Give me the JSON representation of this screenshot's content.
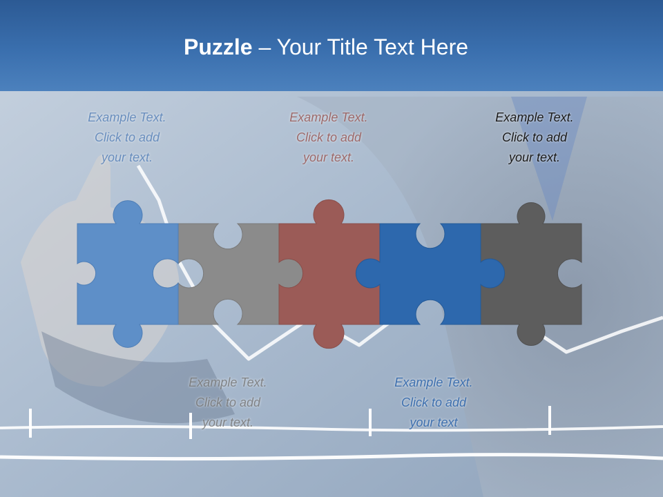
{
  "title": {
    "bold": "Puzzle",
    "rest": " – Your Title Text Here"
  },
  "labels": [
    {
      "line1": "Example Text.",
      "line2": "Click  to add",
      "line3": "your text."
    },
    {
      "line1": "Example Text.",
      "line2": "Click  to add",
      "line3": "your text."
    },
    {
      "line1": "Example Text.",
      "line2": "Click  to add",
      "line3": "your text."
    },
    {
      "line1": "Example Text.",
      "line2": "Click  to add",
      "line3": "your text."
    },
    {
      "line1": "Example Text.",
      "line2": "Click  to add",
      "line3": "your text"
    }
  ],
  "colors": {
    "header": "#2f5f9c",
    "piece_blue_light": "#5e8fc8",
    "piece_gray": "#8b8b8b",
    "piece_red": "#9b5b57",
    "piece_blue_dark": "#2d68ad",
    "piece_gray_dark": "#5d5d5d"
  }
}
